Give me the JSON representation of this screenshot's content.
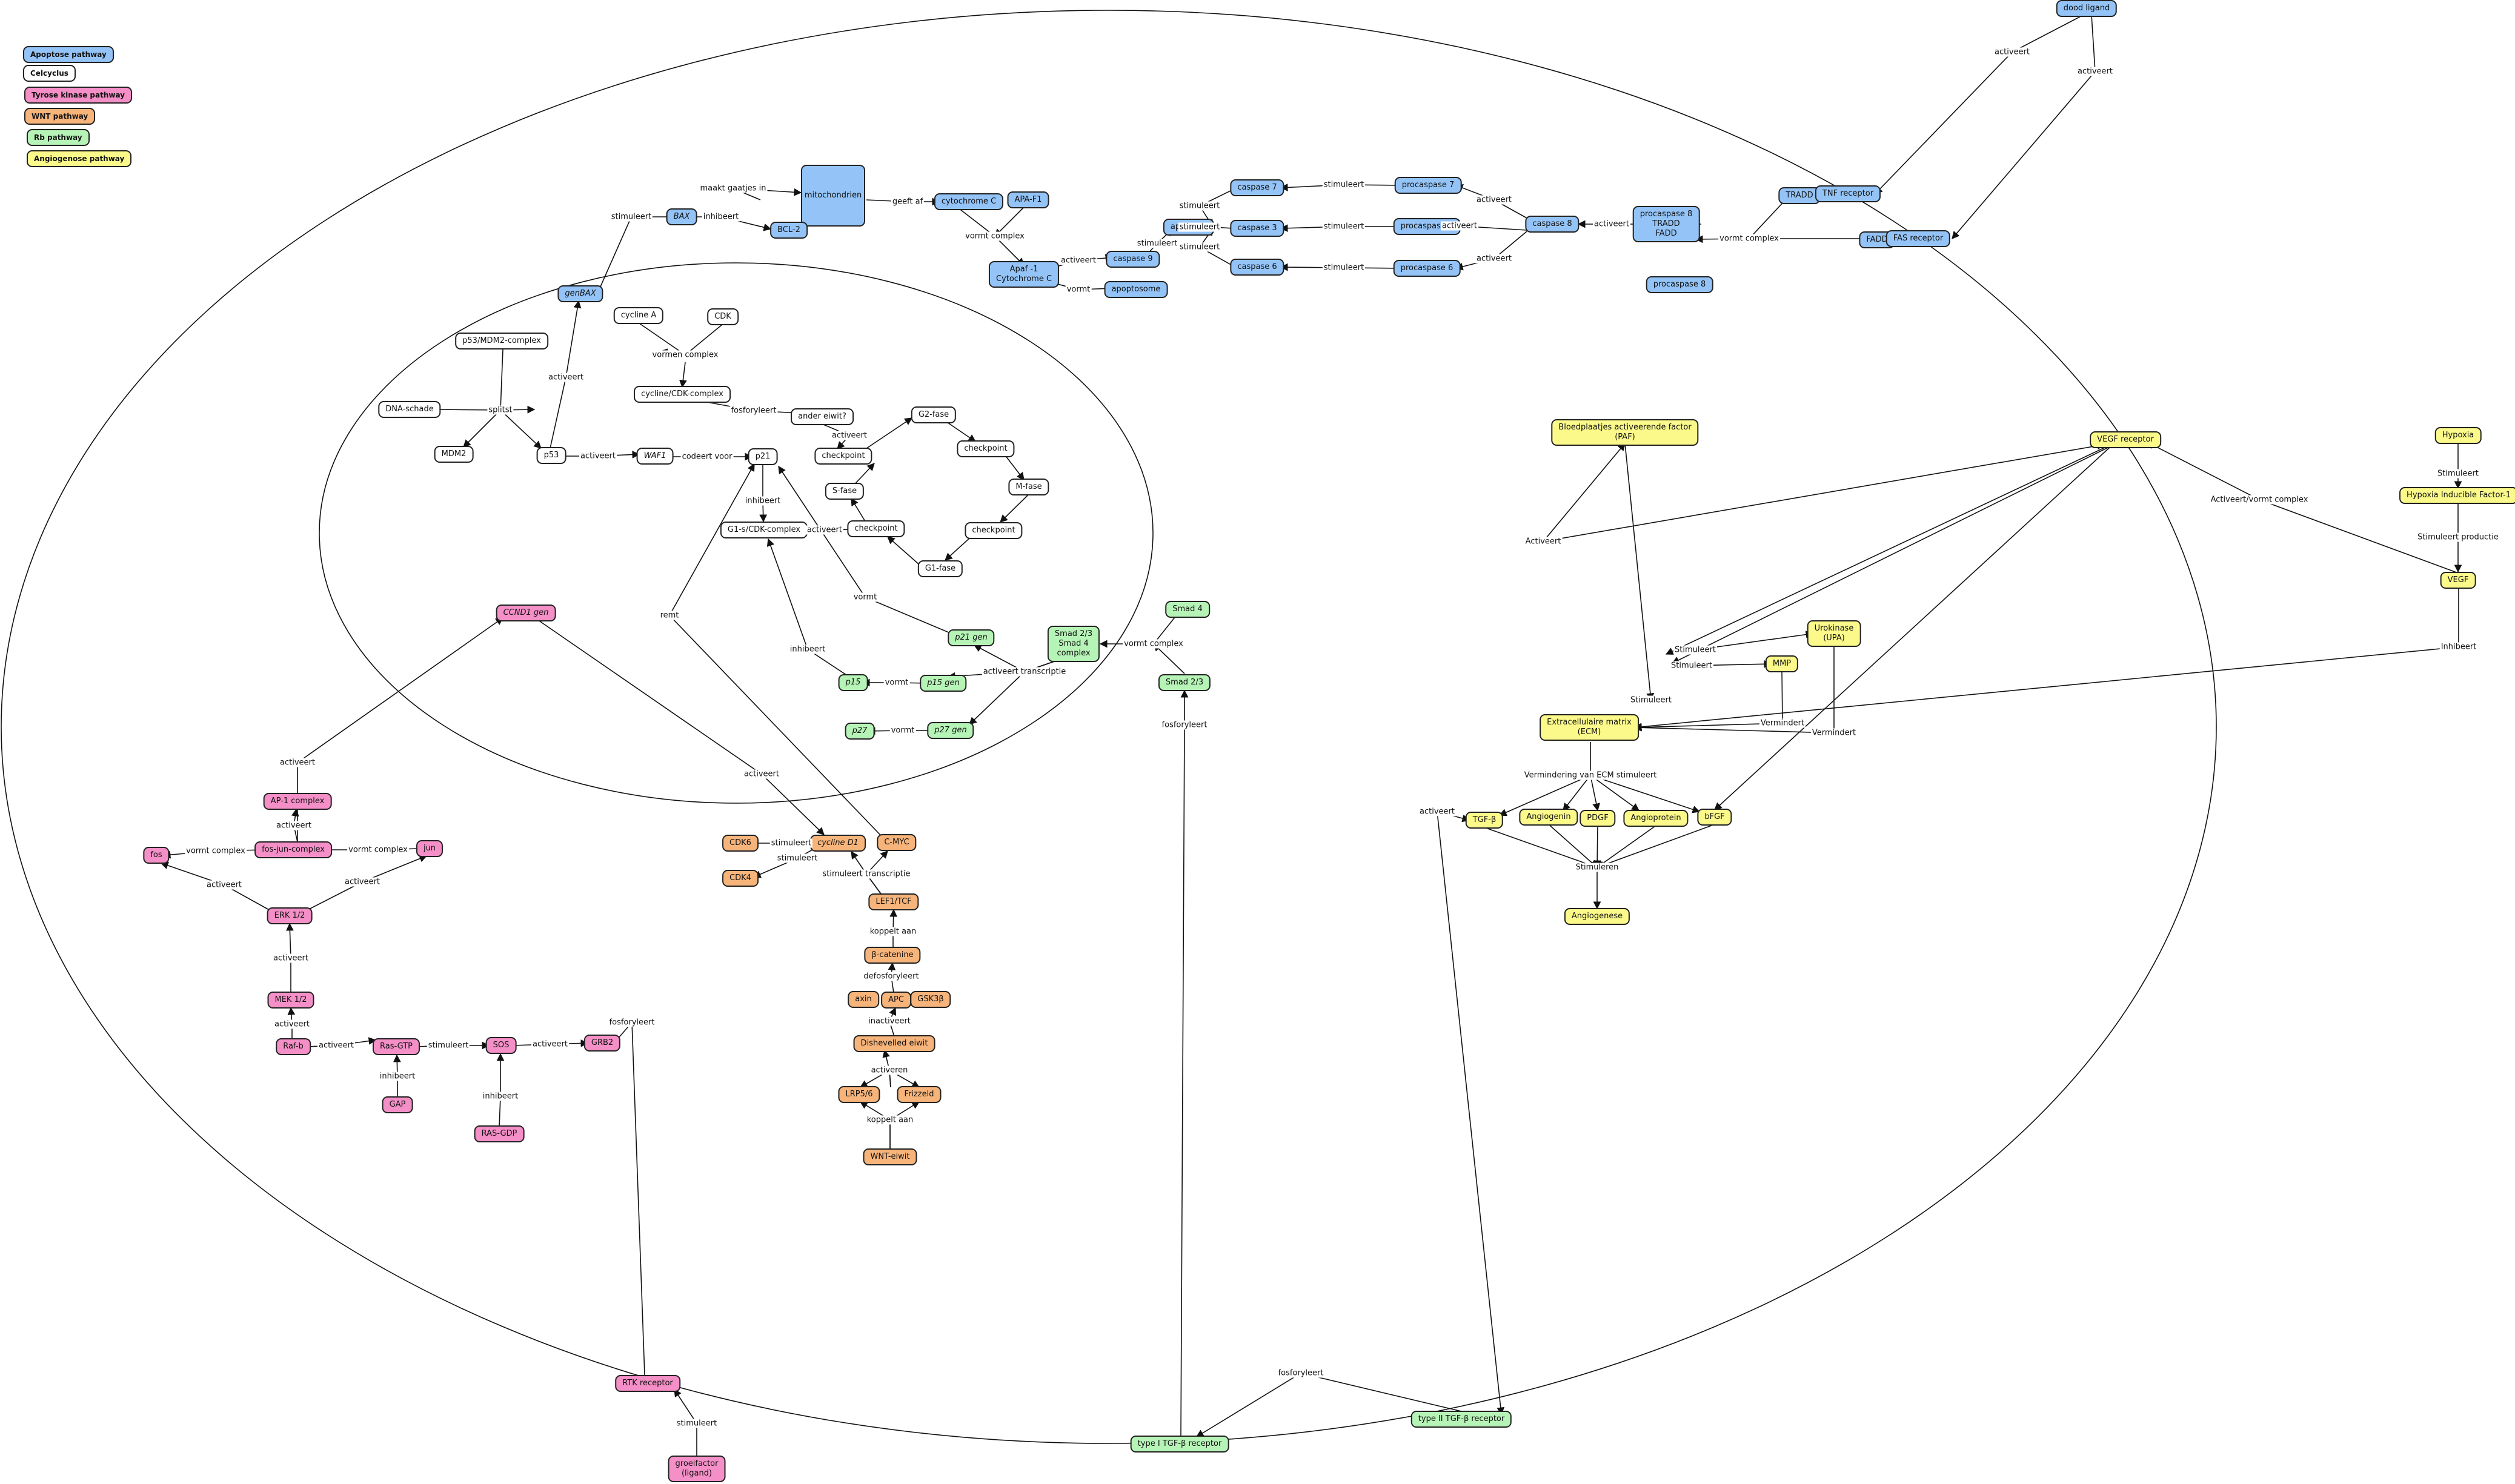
{
  "legend": [
    "Apoptose pathway",
    "Celcyclus",
    "Tyrose kinase pathway",
    "WNT pathway",
    "Rb pathway",
    "Angiogenose pathway"
  ],
  "colors": {
    "apoptose": "#94c4f7",
    "celcyclus": "#ffffff",
    "tyrosine": "#f48fc7",
    "wnt": "#f6b47b",
    "rb": "#b6f3b6",
    "angio": "#fbf98a",
    "line": "#111111"
  },
  "nodes": {
    "dood_ligand": "dood ligand",
    "tradd": "TRADD",
    "tnf_receptor": "TNF receptor",
    "fadd": "FADD",
    "fas_receptor": "FAS receptor",
    "procaspase8_complex": "procaspase 8\nTRADD\nFADD",
    "procaspase8": "procaspase 8",
    "caspase8": "caspase 8",
    "procaspase7": "procaspase 7",
    "procaspase3": "procaspase 3",
    "procaspase6": "procaspase 6",
    "caspase7": "caspase 7",
    "caspase3": "caspase 3",
    "caspase6": "caspase 6",
    "apoptose": "apoptose",
    "caspase9": "caspase 9",
    "apoptosome": "apoptosome",
    "apaf1_cytc": "Apaf -1\nCytochrome C",
    "apa_f1": "APA-F1",
    "cytochrome_c": "cytochrome C",
    "mitochondrien": "mitochondrien",
    "bax": "BAX",
    "bcl2": "BCL-2",
    "genbax": "genBAX",
    "cycline_a": "cycline A",
    "cdk": "CDK",
    "p53_mdm2": "p53/MDM2-complex",
    "cycline_cdk": "cycline/CDK-complex",
    "dna_schade": "DNA-schade",
    "mdm2": "MDM2",
    "p53": "p53",
    "waf1": "WAF1",
    "p21": "p21",
    "ander_eiwit": "ander eiwit?",
    "checkpoint_top": "checkpoint",
    "g2_fase": "G2-fase",
    "checkpoint_g2m": "checkpoint",
    "m_fase": "M-fase",
    "checkpoint_mg1": "checkpoint",
    "g1_fase": "G1-fase",
    "checkpoint_mid": "checkpoint",
    "s_fase": "S-fase",
    "g1s_cdk": "G1-s/CDK-complex",
    "p21_gen": "p21 gen",
    "smad_complex": "Smad 2/3\nSmad 4\ncomplex",
    "smad4": "Smad 4",
    "smad23": "Smad 2/3",
    "p15": "p15",
    "p15_gen": "p15 gen",
    "p27": "p27",
    "p27_gen": "p27 gen",
    "ccnd1_gen": "CCND1 gen",
    "ap1_complex": "AP-1 complex",
    "fos": "fos",
    "fos_jun": "fos-jun-complex",
    "jun": "jun",
    "erk": "ERK 1/2",
    "mek": "MEK 1/2",
    "raf": "Raf-b",
    "ras_gtp": "Ras-GTP",
    "sos": "SOS",
    "grb2": "GRB2",
    "gap": "GAP",
    "ras_gdp": "RAS-GDP",
    "cdk6": "CDK6",
    "cycline_d1": "cycline D1",
    "c_myc": "C-MYC",
    "cdk4": "CDK4",
    "lef1": "LEF1/TCF",
    "b_catenine": "β-catenine",
    "axin": "axin",
    "apc": "APC",
    "gsk3b": "GSK3β",
    "dishevelled": "Dishevelled eiwit",
    "lrp56": "LRP5/6",
    "frizzeld": "Frizzeld",
    "wnt": "WNT-eiwit",
    "rtk": "RTK receptor",
    "groeifactor": "groeifactor\n(ligand)",
    "type1_tgf": "type I TGF-β receptor",
    "type2_tgf": "type II TGF-β receptor",
    "paf": "Bloedplaatjes activeerende factor\n(PAF)",
    "vegf_receptor": "VEGF receptor",
    "hypoxia": "Hypoxia",
    "hif1": "Hypoxia Inducible Factor-1",
    "vegf": "VEGF",
    "urokinase": "Urokinase\n(UPA)",
    "mmp": "MMP",
    "ecm": "Extracellulaire matrix\n(ECM)",
    "tgf_b": "TGF-β",
    "angiogenin": "Angiogenin",
    "pdgf": "PDGF",
    "angioprotein": "Angioprotein",
    "bfgf": "bFGF",
    "angiogenese": "Angiogenese"
  },
  "labels": {
    "activeert": "activeert",
    "vormt_complex": "vormt complex",
    "stimuleert": "stimuleert",
    "Stimuleert": "Stimuleert",
    "geeft_af": "geeft af",
    "maakt_gaatjes": "maakt gaatjes in",
    "inhibeert": "inhibeert",
    "inhibeert_dash": "inhibeert",
    "vormen_complex": "vormen complex",
    "splitst": "splitst",
    "fosforyleert": "fosforyleert",
    "codeert_voor": "codeert voor",
    "remt": "remt",
    "vormt": "vormt",
    "activeert_transcriptie": "activeert transcriptie",
    "koppelt_aan": "koppelt aan",
    "defosforyleert": "defosforyleert",
    "inactiveert": "inactiveert",
    "activeren": "activeren",
    "stimuleert_transcriptie": "stimuleert transcriptie",
    "Activeert": "Activeert",
    "activeert_vormt": "Activeert/vormt complex",
    "stimuleert_productie": "Stimuleert productie",
    "Inhibeert": "Inhibeert",
    "Vermindert": "Vermindert",
    "vermindering": "Vermindering van ECM stimuleert",
    "Stimuleren": "Stimuleren"
  }
}
